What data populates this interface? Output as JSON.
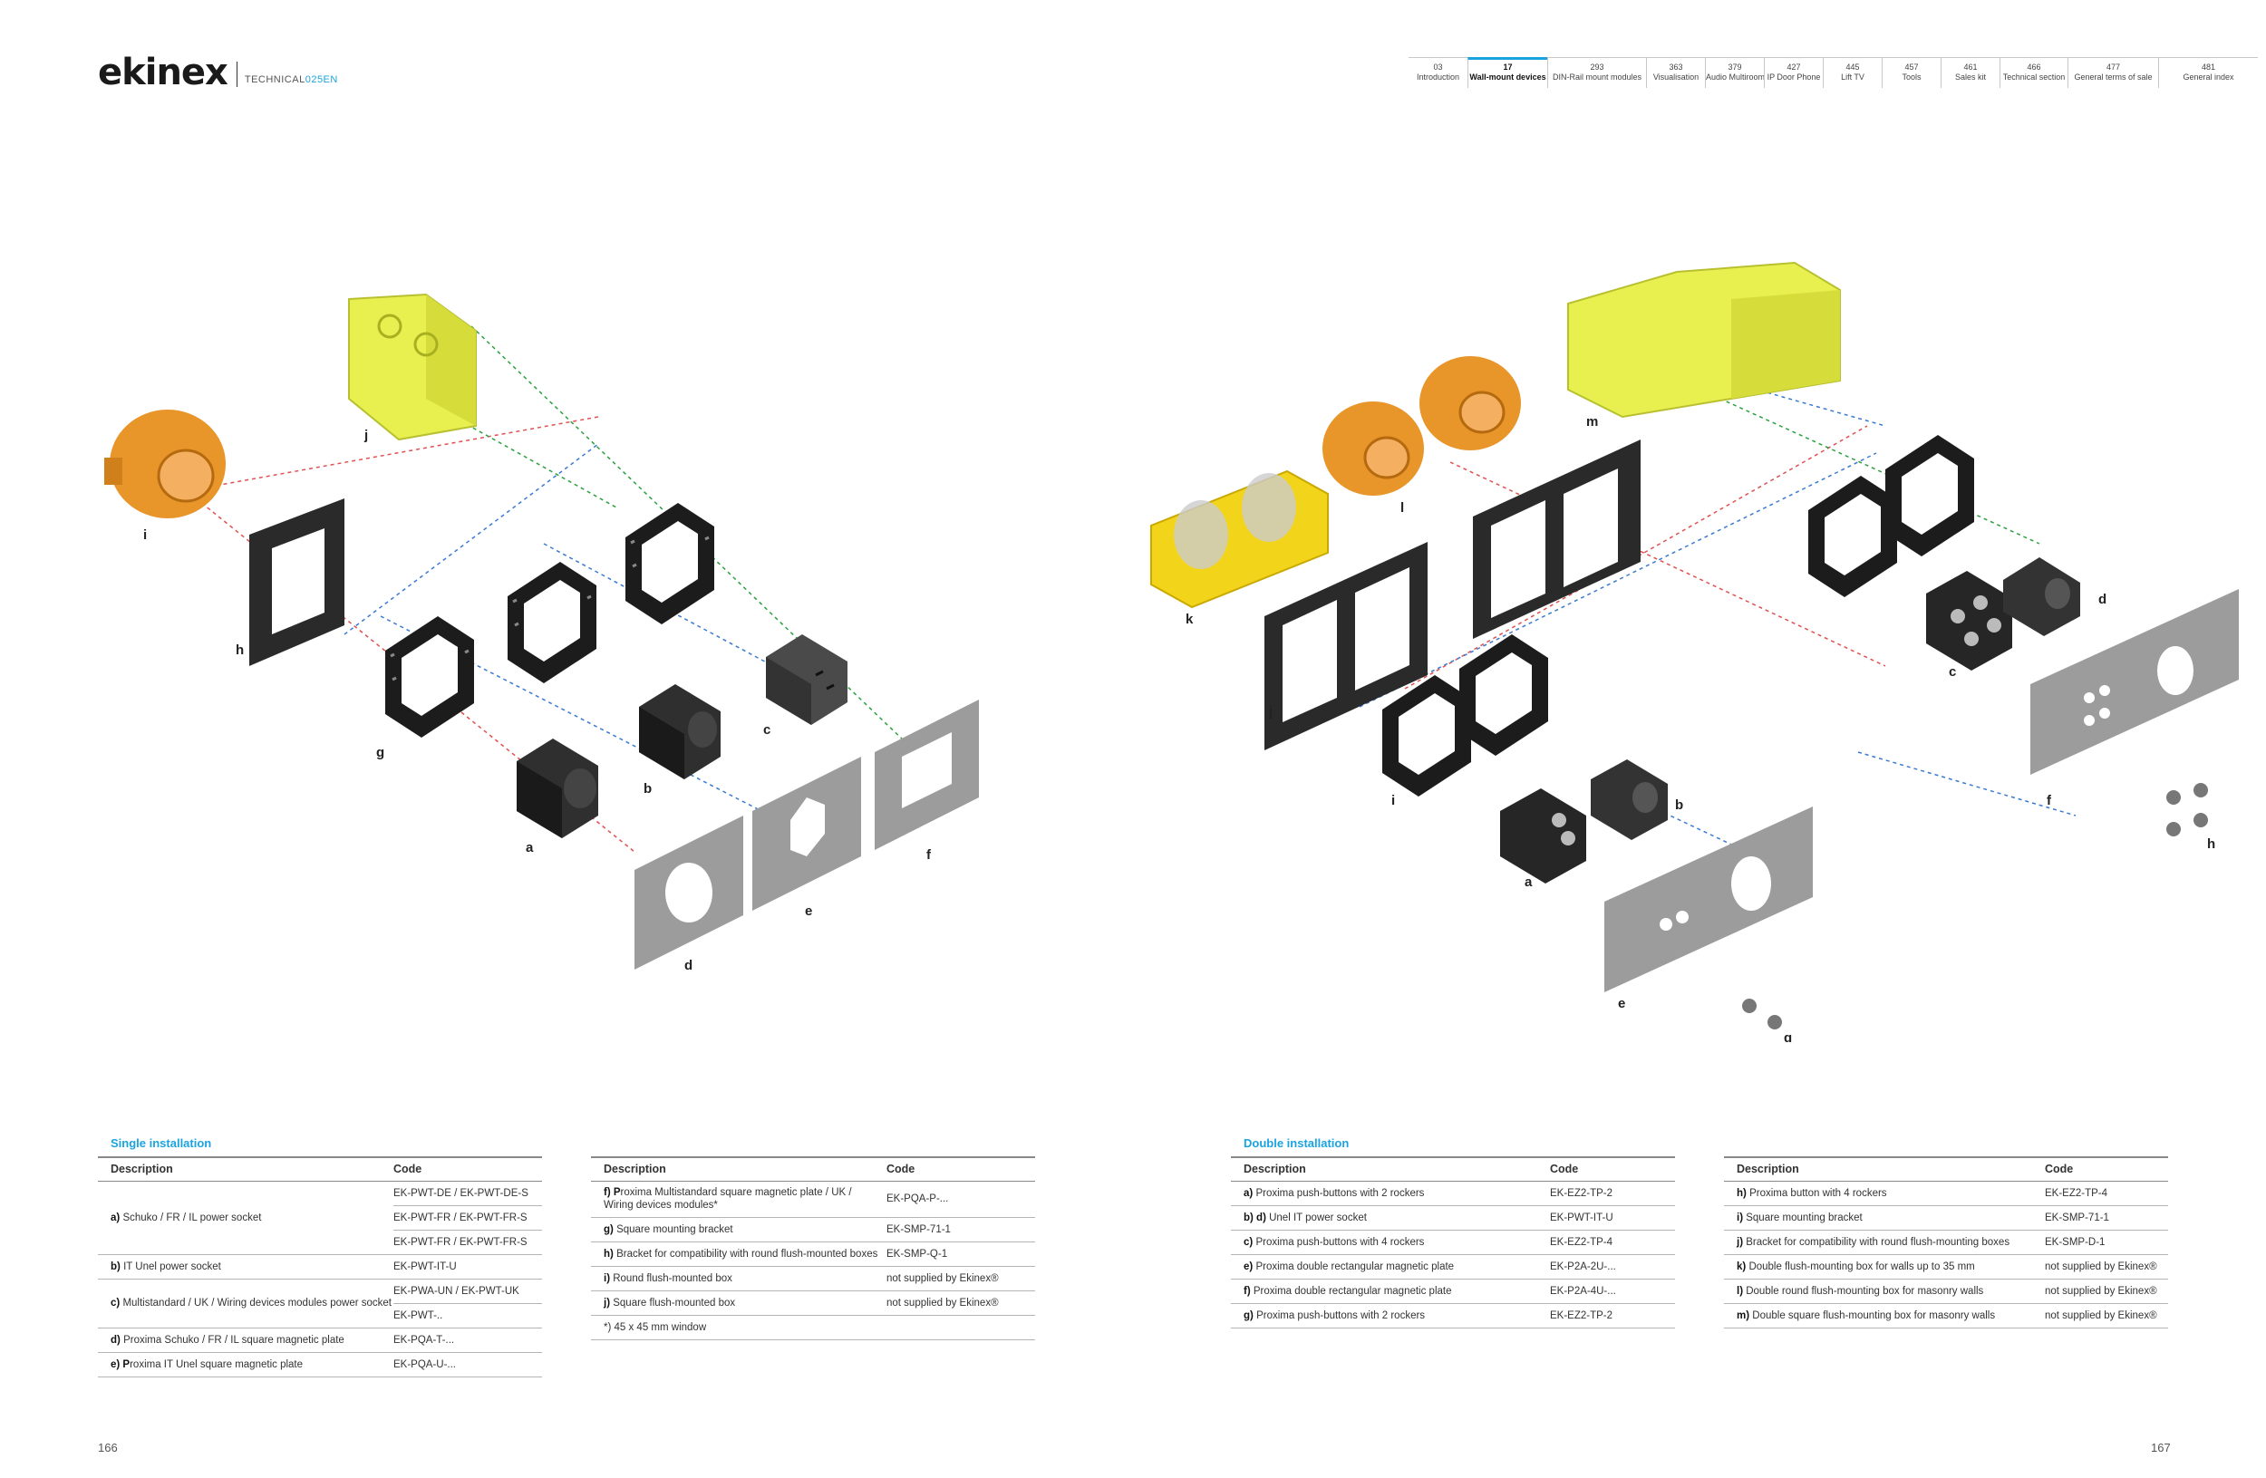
{
  "header": {
    "logo": "ekinex",
    "tag_main": "TECHNICAL",
    "tag_accent": "025EN"
  },
  "nav": [
    {
      "num": "03",
      "label": "Introduction"
    },
    {
      "num": "17",
      "label": "Wall-mount devices",
      "active": true
    },
    {
      "num": "293",
      "label": "DIN-Rail mount modules"
    },
    {
      "num": "363",
      "label": "Visualisation"
    },
    {
      "num": "379",
      "label": "Audio Multiroom"
    },
    {
      "num": "427",
      "label": "IP Door Phone"
    },
    {
      "num": "445",
      "label": "Lift TV"
    },
    {
      "num": "457",
      "label": "Tools"
    },
    {
      "num": "461",
      "label": "Sales kit"
    },
    {
      "num": "466",
      "label": "Technical section"
    },
    {
      "num": "477",
      "label": "General terms of sale"
    },
    {
      "num": "481",
      "label": "General index"
    }
  ],
  "diagram_left_labels": {
    "a": "a",
    "b": "b",
    "c": "c",
    "d": "d",
    "e": "e",
    "f": "f",
    "g": "g",
    "h": "h",
    "i": "i",
    "j": "j"
  },
  "diagram_right_labels": {
    "a": "a",
    "b": "b",
    "c": "c",
    "d": "d",
    "e": "e",
    "f": "f",
    "g": "g",
    "h": "h",
    "i": "i",
    "j": "j",
    "k": "k",
    "l": "l",
    "m": "m"
  },
  "single": {
    "title": "Single installation",
    "head_desc": "Description",
    "head_code": "Code",
    "table1": {
      "a_letter": "a)",
      "a_desc": "Schuko / FR / IL power socket",
      "a_codes": [
        "EK-PWT-DE / EK-PWT-DE-S",
        "EK-PWT-FR / EK-PWT-FR-S",
        "EK-PWT-FR / EK-PWT-FR-S"
      ],
      "b_letter": "b)",
      "b_desc": "IT Unel power socket",
      "b_code": "EK-PWT-IT-U",
      "c_letter": "c)",
      "c_desc": "Multistandard / UK / Wiring devices modules power socket",
      "c_codes": [
        "EK-PWA-UN / EK-PWT-UK",
        "EK-PWT-.."
      ],
      "d_letter": "d)",
      "d_desc": "Proxima Schuko / FR / IL square magnetic plate",
      "d_code": "EK-PQA-T-...",
      "e_letter": "e) P",
      "e_desc": "roxima IT Unel square magnetic plate",
      "e_code": "EK-PQA-U-..."
    },
    "table2": {
      "f_letter": "f) P",
      "f_desc": "roxima Multistandard square magnetic plate / UK / Wiring devices modules*",
      "f_code": "EK-PQA-P-...",
      "g_letter": "g)",
      "g_desc": "Square mounting bracket",
      "g_code": "EK-SMP-71-1",
      "h_letter": "h)",
      "h_desc": "Bracket for compatibility with round flush-mounted boxes",
      "h_code": "EK-SMP-Q-1",
      "i_letter": "i)",
      "i_desc": "Round flush-mounted box",
      "i_code": "not supplied by Ekinex®",
      "j_letter": "j)",
      "j_desc": "Square flush-mounted box",
      "j_code": "not supplied by Ekinex®",
      "note": "*) 45 x 45 mm window"
    }
  },
  "double": {
    "title": "Double installation",
    "head_desc": "Description",
    "head_code": "Code",
    "table1": [
      {
        "letter": "a)",
        "desc": "Proxima push-buttons with 2 rockers",
        "code": "EK-EZ2-TP-2"
      },
      {
        "letter": "b) d)",
        "desc": "Unel IT power socket",
        "code": "EK-PWT-IT-U"
      },
      {
        "letter": "c)",
        "desc": "Proxima push-buttons with 4 rockers",
        "code": "EK-EZ2-TP-4"
      },
      {
        "letter": "e)",
        "desc": "Proxima double rectangular magnetic plate",
        "code": "EK-P2A-2U-..."
      },
      {
        "letter": "f)",
        "desc": "Proxima double rectangular magnetic plate",
        "code": "EK-P2A-4U-..."
      },
      {
        "letter": "g)",
        "desc": "Proxima push-buttons with 2 rockers",
        "code": "EK-EZ2-TP-2"
      }
    ],
    "table2": [
      {
        "letter": "h)",
        "desc": "Proxima button with 4 rockers",
        "code": "EK-EZ2-TP-4"
      },
      {
        "letter": "i)",
        "desc": "Square mounting bracket",
        "code": "EK-SMP-71-1"
      },
      {
        "letter": "j)",
        "desc": "Bracket for compatibility with round flush-mounting boxes",
        "code": "EK-SMP-D-1"
      },
      {
        "letter": "k)",
        "desc": "Double flush-mounting box for walls up to 35 mm",
        "code": "not supplied by Ekinex®"
      },
      {
        "letter": "l)",
        "desc": "Double round flush-mounting box for masonry walls",
        "code": "not supplied by Ekinex®"
      },
      {
        "letter": "m)",
        "desc": "Double square flush-mounting box for masonry walls",
        "code": "not supplied by Ekinex®"
      }
    ]
  },
  "page_left": "166",
  "page_right": "167",
  "colors": {
    "accent": "#1ba3e0",
    "box_yellow": "#e8f050",
    "box_orange": "#e8952a",
    "frame_black": "#2a2a2a",
    "plate_grey": "#9c9c9c"
  }
}
